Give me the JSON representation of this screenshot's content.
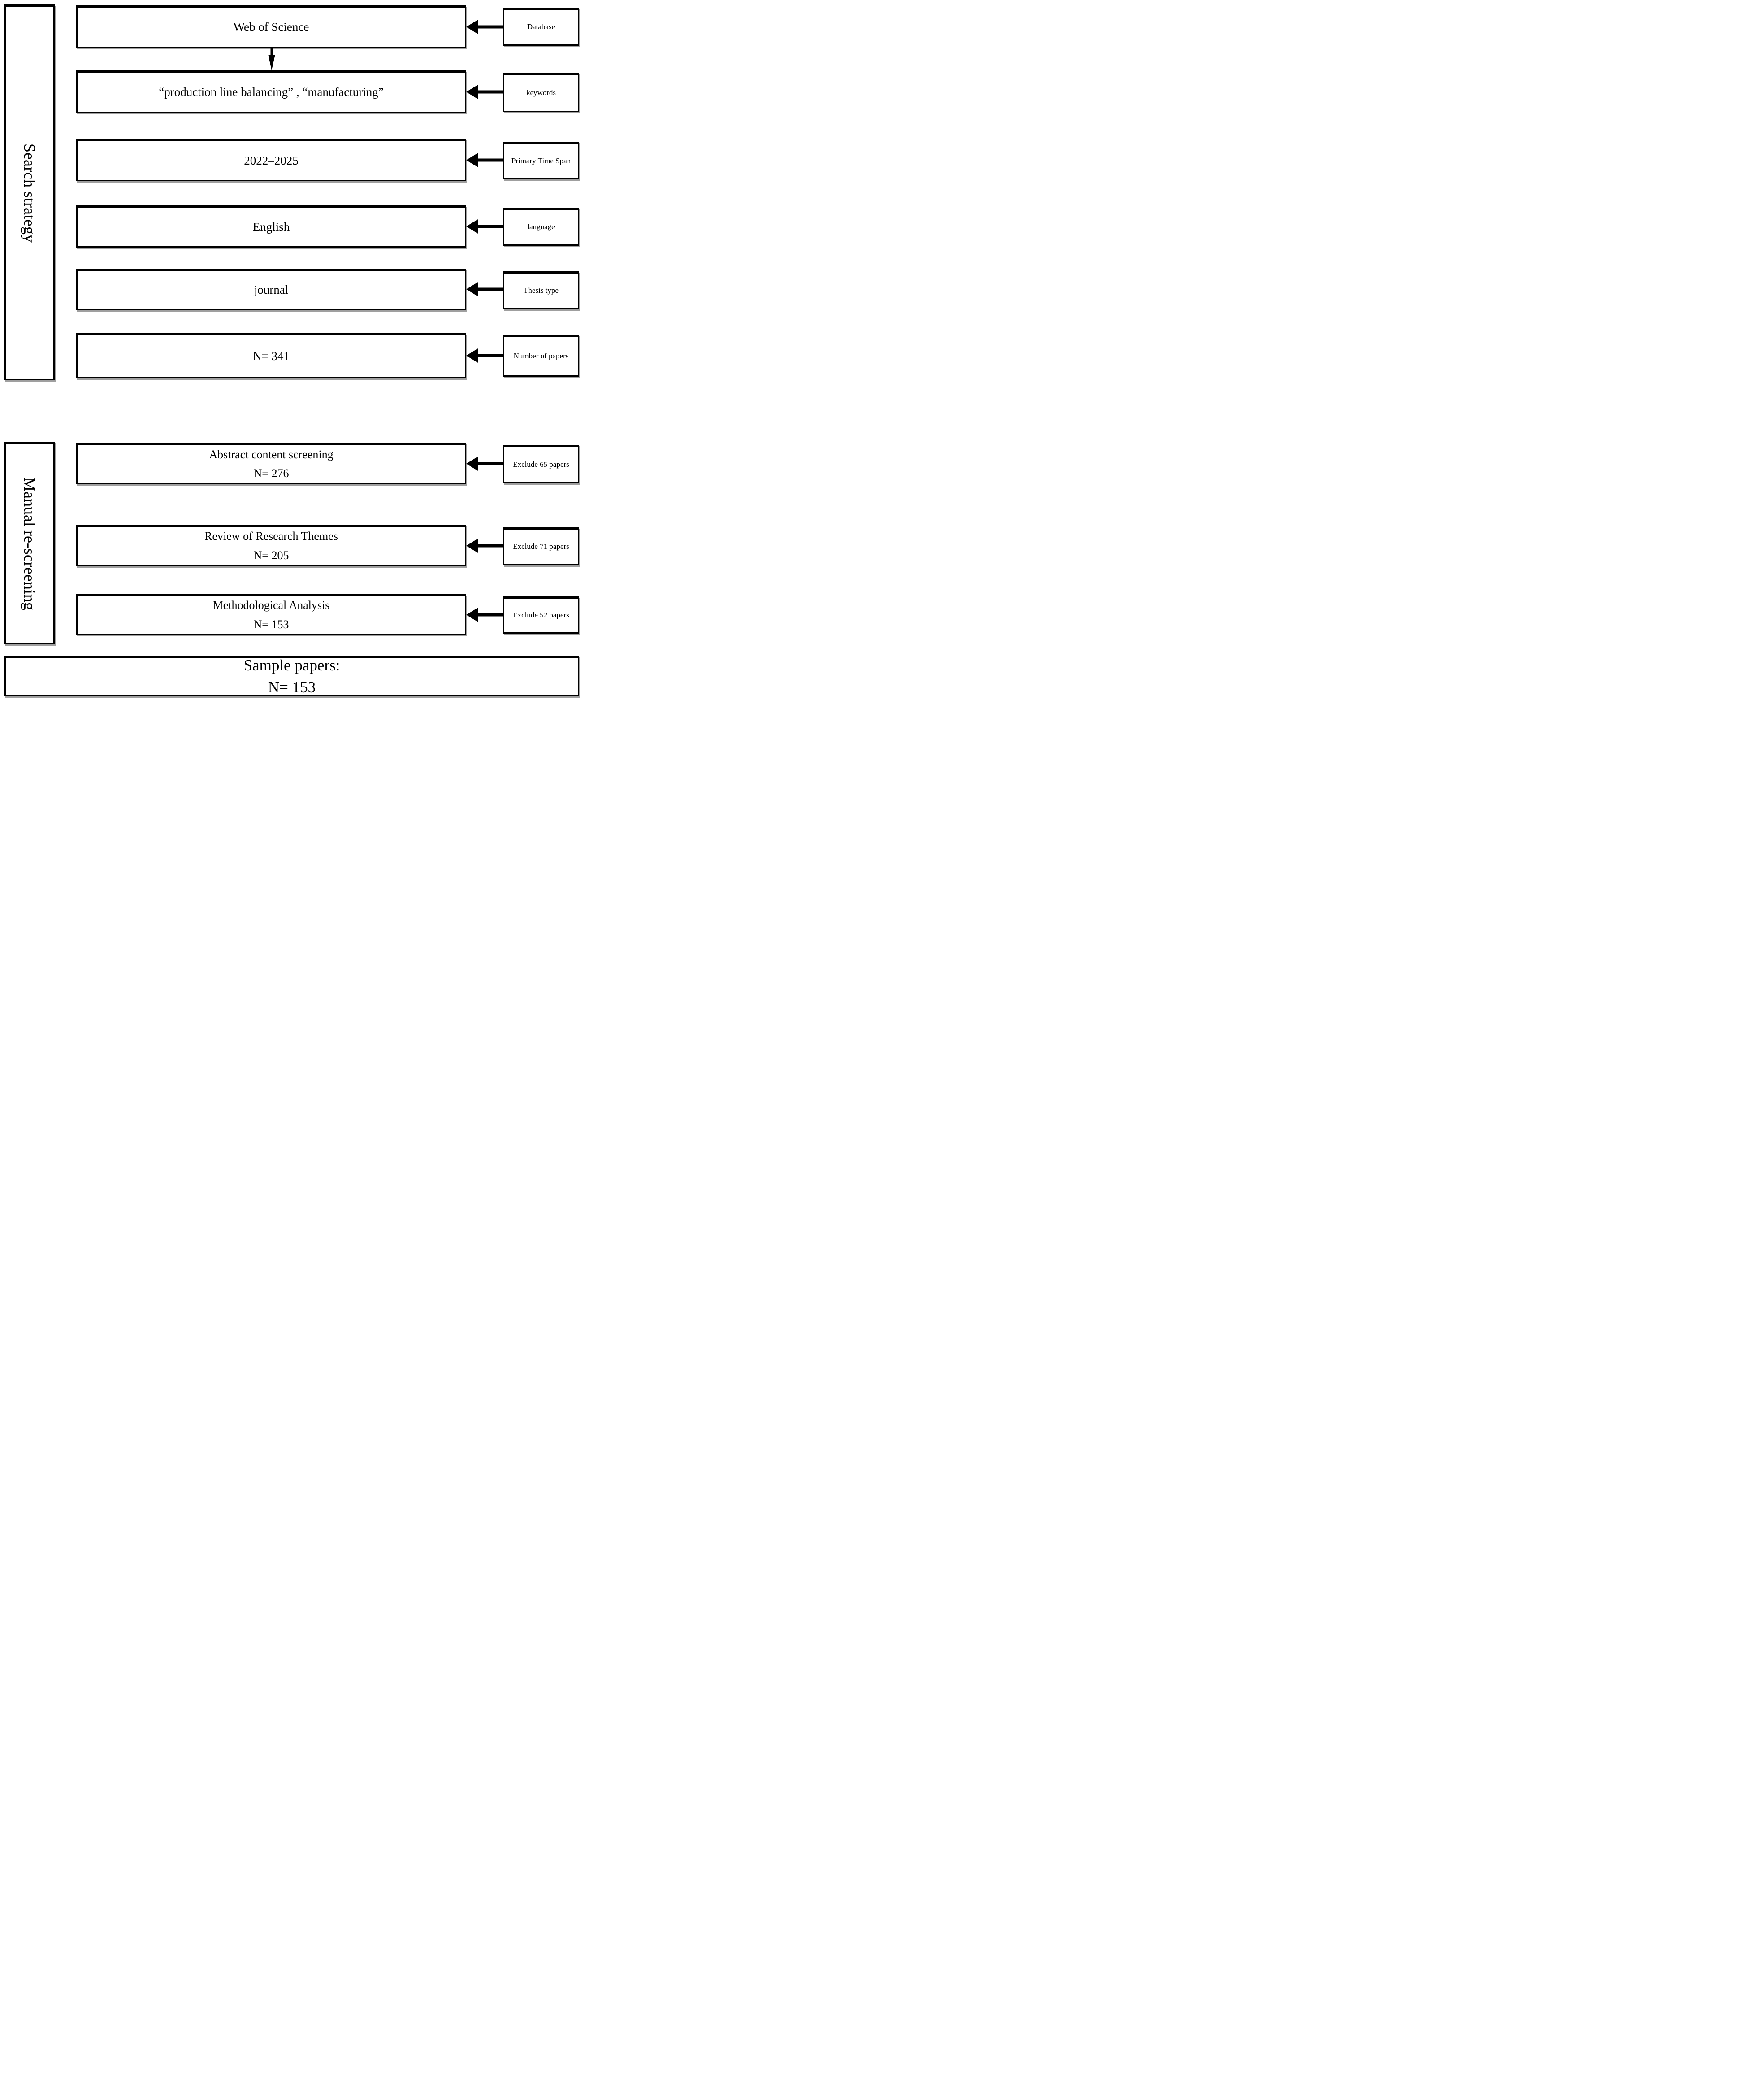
{
  "sidebar": {
    "search_strategy": "Search strategy",
    "manual_rescreening": "Manual re-screening"
  },
  "search_flow": [
    {
      "text": "Web of Science",
      "annotation": "Database"
    },
    {
      "text": "“production line balancing” , “manufacturing”",
      "annotation": "keywords"
    },
    {
      "text": "2022–2025",
      "annotation": "Primary Time Span"
    },
    {
      "text": "English",
      "annotation": "language"
    },
    {
      "text": "journal",
      "annotation": "Thesis type"
    },
    {
      "text": "N= 341",
      "annotation": "Number of papers"
    }
  ],
  "manual_flow": [
    {
      "title": "Abstract content screening",
      "count": "N= 276",
      "annotation": "Exclude 65 papers"
    },
    {
      "title": "Review of Research Themes",
      "count": "N= 205",
      "annotation": "Exclude 71 papers"
    },
    {
      "title": "Methodological Analysis",
      "count": "N= 153",
      "annotation": "Exclude 52 papers"
    }
  ],
  "result": {
    "title": "Sample papers:",
    "count": "N= 153"
  },
  "colors": {
    "line": "#000000",
    "background": "#ffffff"
  }
}
